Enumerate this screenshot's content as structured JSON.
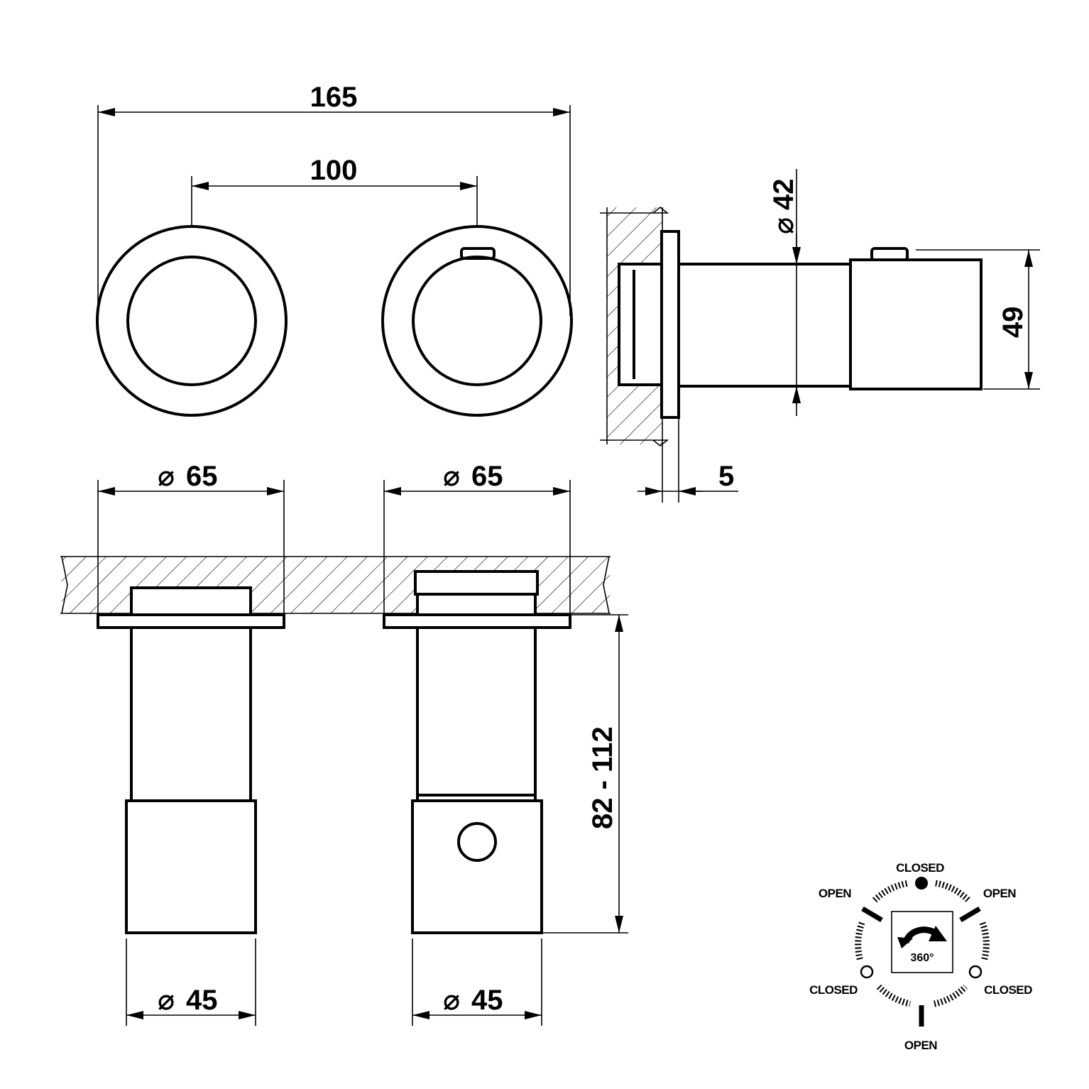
{
  "dimensions": {
    "overall_width": "165",
    "center_distance": "100",
    "body_diameter": "42",
    "handle_depth": "49",
    "wall_plate_offset": "5",
    "plate_diameter_left": "65",
    "plate_diameter_right": "65",
    "install_depth": "82 - 112",
    "handle_diameter_left": "45",
    "handle_diameter_right": "45",
    "diameter_symbol": "⌀"
  },
  "rotation_legend": {
    "top": "CLOSED",
    "upper_left": "OPEN",
    "upper_right": "OPEN",
    "lower_left": "CLOSED",
    "lower_right": "CLOSED",
    "bottom": "OPEN",
    "rotation": "360°",
    "rotation_icon": "rotate-360-icon"
  }
}
